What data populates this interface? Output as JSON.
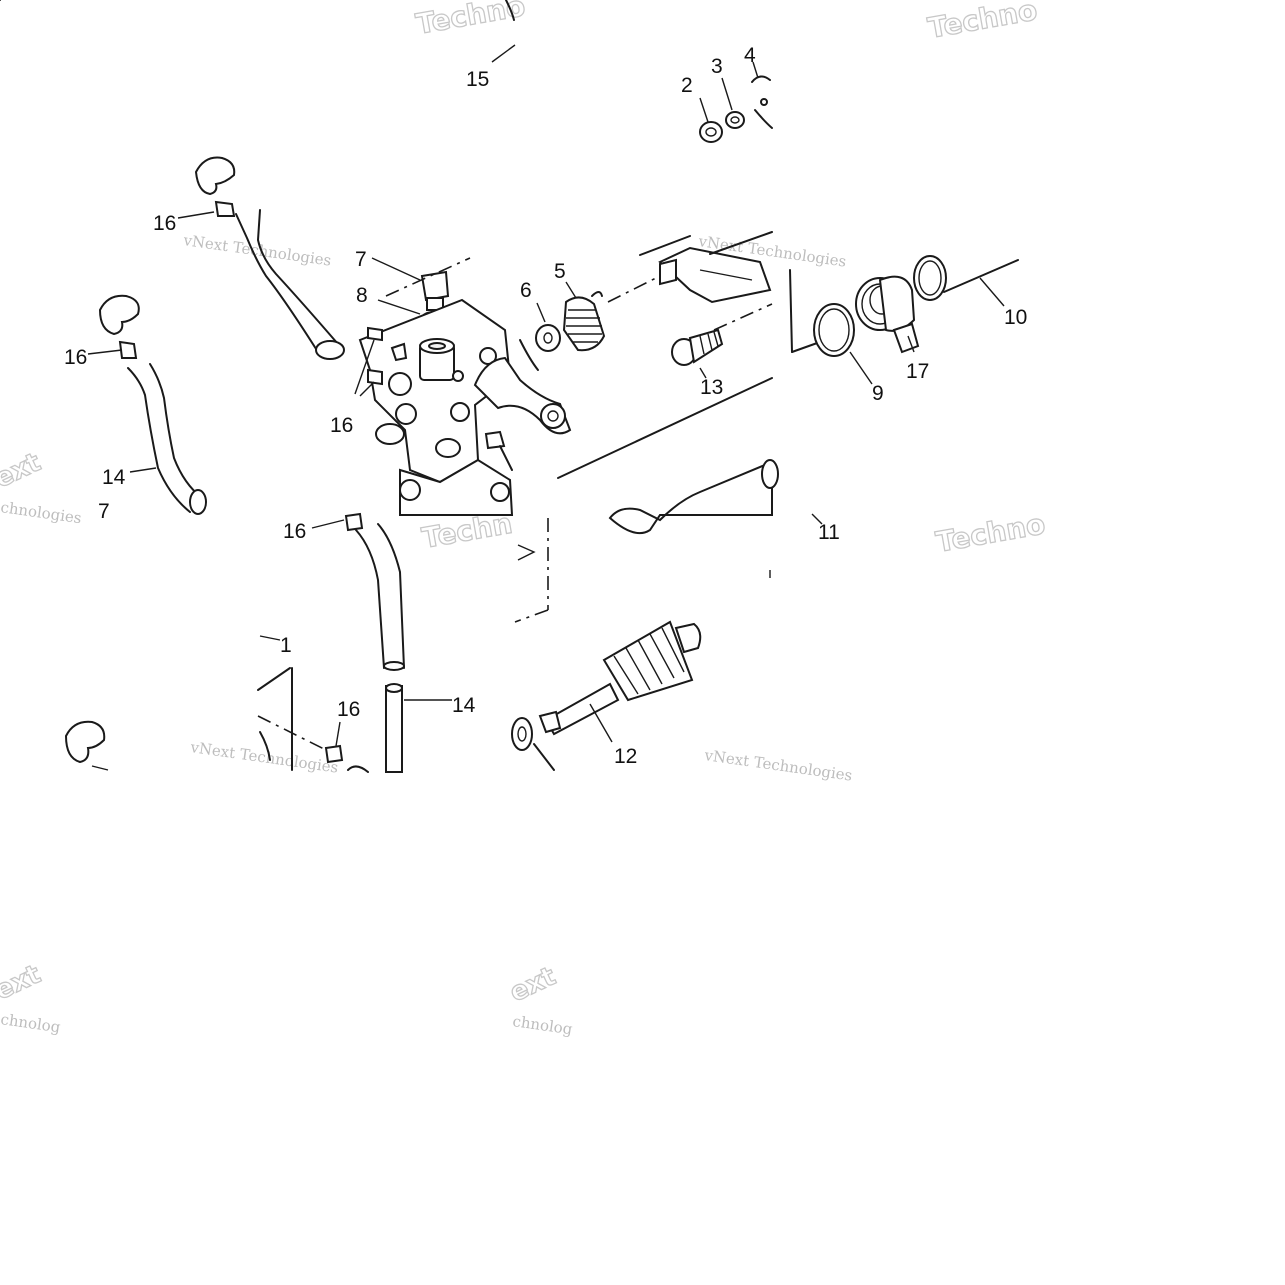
{
  "callouts": {
    "c1": "1",
    "c2": "2",
    "c3": "3",
    "c4": "4",
    "c5": "5",
    "c6": "6",
    "c7a": "7",
    "c7b": "7",
    "c8": "8",
    "c9": "9",
    "c10": "10",
    "c11": "11",
    "c12": "12",
    "c13": "13",
    "c14a": "14",
    "c14b": "14",
    "c15": "15",
    "c16a": "16",
    "c16b": "16",
    "c16c": "16",
    "c16d": "16",
    "c16e": "16",
    "c17": "17"
  },
  "watermarks": {
    "w1": "Techno",
    "w2": "Techno",
    "w3": "vNext Technologies",
    "w4": "vNext Technologies",
    "w5": "ext",
    "w6": "chnologies",
    "w7": "Techn",
    "w8": "Techno",
    "w9": "vNext Technologies",
    "w10": "vNext Technologies",
    "w11": "ext",
    "w12": "chnolog",
    "w13": "ext",
    "w14": "chnolog"
  }
}
